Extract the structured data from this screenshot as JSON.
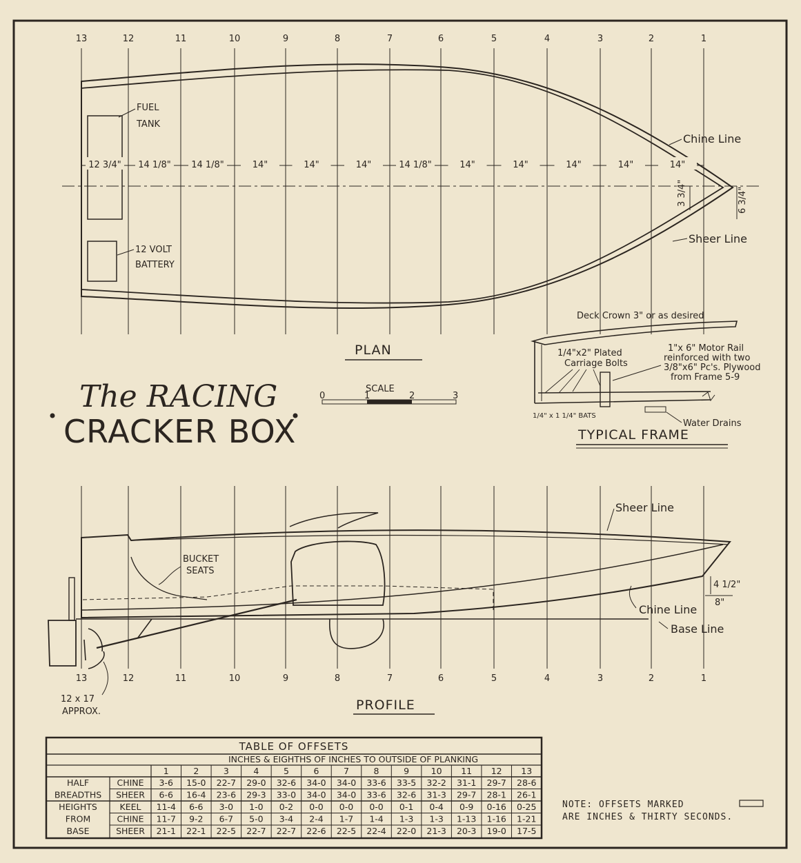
{
  "title": {
    "line1": "The RACING",
    "line2": "CRACKER BOX"
  },
  "plan": {
    "caption": "PLAN",
    "station_numbers": [
      "13",
      "12",
      "11",
      "10",
      "9",
      "8",
      "7",
      "6",
      "5",
      "4",
      "3",
      "2",
      "1"
    ],
    "spacings": [
      "12 3/4\"",
      "14 1/8\"",
      "14 1/8\"",
      "14\"",
      "14\"",
      "14\"",
      "14 1/8\"",
      "14\"",
      "14\"",
      "14\"",
      "14\"",
      "14\""
    ],
    "labels": {
      "fuel_tank_1": "FUEL",
      "fuel_tank_2": "TANK",
      "battery_1": "12 VOLT",
      "battery_2": "BATTERY",
      "chine_line": "Chine Line",
      "sheer_line": "Sheer Line",
      "dim_chine": "3 3/4\"",
      "dim_sheer": "6 3/4\""
    }
  },
  "scale": {
    "label": "SCALE",
    "ticks": [
      "0",
      "1",
      "2",
      "3"
    ]
  },
  "frame": {
    "caption": "TYPICAL FRAME",
    "deck_crown": "Deck Crown 3\" or as desired",
    "bolts_1": "1/4\"x2\" Plated",
    "bolts_2": "Carriage Bolts",
    "motor_rail_1": "1\"x 6\" Motor Rail",
    "motor_rail_2": "reinforced with two",
    "motor_rail_3": "3/8\"x6\" Pc's. Plywood",
    "motor_rail_4": "from Frame 5-9",
    "bats": "1/4\" x 1 1/4\" BATS",
    "water_drains": "Water Drains"
  },
  "profile": {
    "caption": "PROFILE",
    "station_numbers": [
      "13",
      "12",
      "11",
      "10",
      "9",
      "8",
      "7",
      "6",
      "5",
      "4",
      "3",
      "2",
      "1"
    ],
    "labels": {
      "sheer_line": "Sheer Line",
      "chine_line": "Chine Line",
      "base_line": "Base Line",
      "bucket_1": "BUCKET",
      "bucket_2": "SEATS",
      "prop_1": "12 x 17",
      "prop_2": "APPROX.",
      "dim_rise": "4 1/2\"",
      "dim_len": "8\""
    }
  },
  "offsets": {
    "title": "TABLE OF OFFSETS",
    "subtitle": "INCHES & EIGHTHS OF INCHES TO OUTSIDE OF PLANKING",
    "columns": [
      "1",
      "2",
      "3",
      "4",
      "5",
      "6",
      "7",
      "8",
      "9",
      "10",
      "11",
      "12",
      "13"
    ],
    "groups": [
      {
        "name1": "HALF",
        "name2": "BREADTHS",
        "name3": "",
        "rows": [
          {
            "label": "CHINE",
            "values": [
              "3-6",
              "15-0",
              "22-7",
              "29-0",
              "32-6",
              "34-0",
              "34-0",
              "33-6",
              "33-5",
              "32-2",
              "31-1",
              "29-7",
              "28-6"
            ]
          },
          {
            "label": "SHEER",
            "values": [
              "6-6",
              "16-4",
              "23-6",
              "29-3",
              "33-0",
              "34-0",
              "34-0",
              "33-6",
              "32-6",
              "31-3",
              "29-7",
              "28-1",
              "26-1"
            ]
          }
        ]
      },
      {
        "name1": "HEIGHTS",
        "name2": "FROM",
        "name3": "BASE",
        "rows": [
          {
            "label": "KEEL",
            "values": [
              "11-4",
              "6-6",
              "3-0",
              "1-0",
              "0-2",
              "0-0",
              "0-0",
              "0-0",
              "0-1",
              "0-4",
              "0-9",
              "0-16",
              "0-25"
            ]
          },
          {
            "label": "CHINE",
            "values": [
              "11-7",
              "9-2",
              "6-7",
              "5-0",
              "3-4",
              "2-4",
              "1-7",
              "1-4",
              "1-3",
              "1-3",
              "1-13",
              "1-16",
              "1-21"
            ]
          },
          {
            "label": "SHEER",
            "values": [
              "21-1",
              "22-1",
              "22-5",
              "22-7",
              "22-7",
              "22-6",
              "22-5",
              "22-4",
              "22-0",
              "21-3",
              "20-3",
              "19-0",
              "17-5"
            ]
          }
        ]
      }
    ],
    "note1": "NOTE: OFFSETS MARKED",
    "note2": "ARE INCHES & THIRTY SECONDS."
  }
}
